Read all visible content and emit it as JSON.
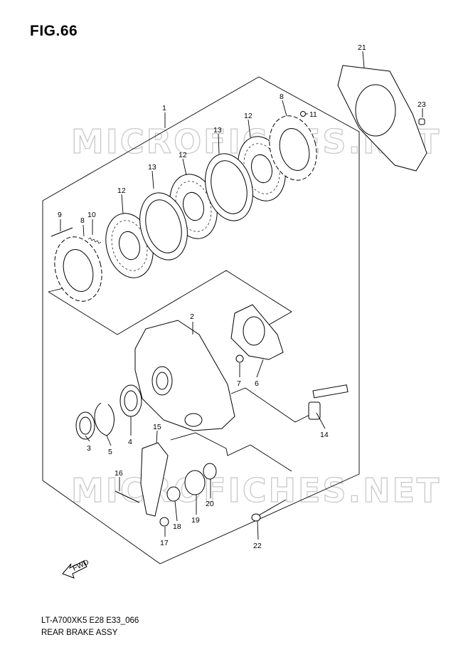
{
  "figure_label": "FIG.66",
  "watermark_text": "MICROFICHES.NET",
  "footer": {
    "model_code": "LT-A700XK5 E28 E33_066",
    "assembly_name": "REAR BRAKE ASSY"
  },
  "fwd_label": "FWD",
  "callouts": [
    {
      "id": "c1",
      "label": "1"
    },
    {
      "id": "c2",
      "label": "2"
    },
    {
      "id": "c3",
      "label": "3"
    },
    {
      "id": "c4",
      "label": "4"
    },
    {
      "id": "c5",
      "label": "5"
    },
    {
      "id": "c6",
      "label": "6"
    },
    {
      "id": "c7",
      "label": "7"
    },
    {
      "id": "c8a",
      "label": "8"
    },
    {
      "id": "c8b",
      "label": "8"
    },
    {
      "id": "c9",
      "label": "9"
    },
    {
      "id": "c10",
      "label": "10"
    },
    {
      "id": "c11",
      "label": "11"
    },
    {
      "id": "c12a",
      "label": "12"
    },
    {
      "id": "c12b",
      "label": "12"
    },
    {
      "id": "c12c",
      "label": "12"
    },
    {
      "id": "c13a",
      "label": "13"
    },
    {
      "id": "c13b",
      "label": "13"
    },
    {
      "id": "c14",
      "label": "14"
    },
    {
      "id": "c15",
      "label": "15"
    },
    {
      "id": "c16",
      "label": "16"
    },
    {
      "id": "c17",
      "label": "17"
    },
    {
      "id": "c18",
      "label": "18"
    },
    {
      "id": "c19",
      "label": "19"
    },
    {
      "id": "c20",
      "label": "20"
    },
    {
      "id": "c21",
      "label": "21"
    },
    {
      "id": "c22",
      "label": "22"
    },
    {
      "id": "c23",
      "label": "23"
    }
  ]
}
